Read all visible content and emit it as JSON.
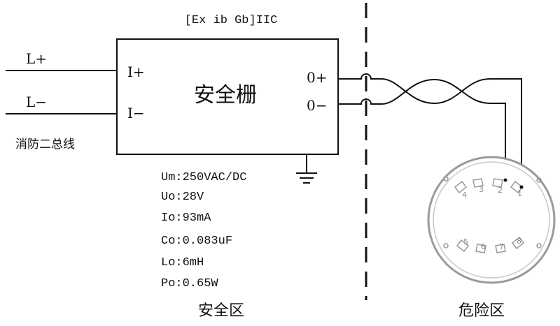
{
  "diagram": {
    "protection_marking": "[Ex ib Gb]IIC",
    "barrier": {
      "title": "安全栅",
      "input_positive": "I+",
      "input_negative": "I−",
      "output_positive": "0+",
      "output_negative": "0−"
    },
    "bus": {
      "positive": "L+",
      "negative": "L−",
      "caption": "消防二总线"
    },
    "parameters": [
      "Um:250VAC/DC",
      "Uo:28V",
      "Io:93mA",
      "Co:0.083uF",
      "Lo:6mH",
      "Po:0.65W"
    ],
    "zones": {
      "safe": "安全区",
      "hazardous": "危险区"
    },
    "connector": {
      "pins": [
        "1",
        "2",
        "3",
        "4",
        "5",
        "6",
        "7",
        "8"
      ]
    }
  }
}
